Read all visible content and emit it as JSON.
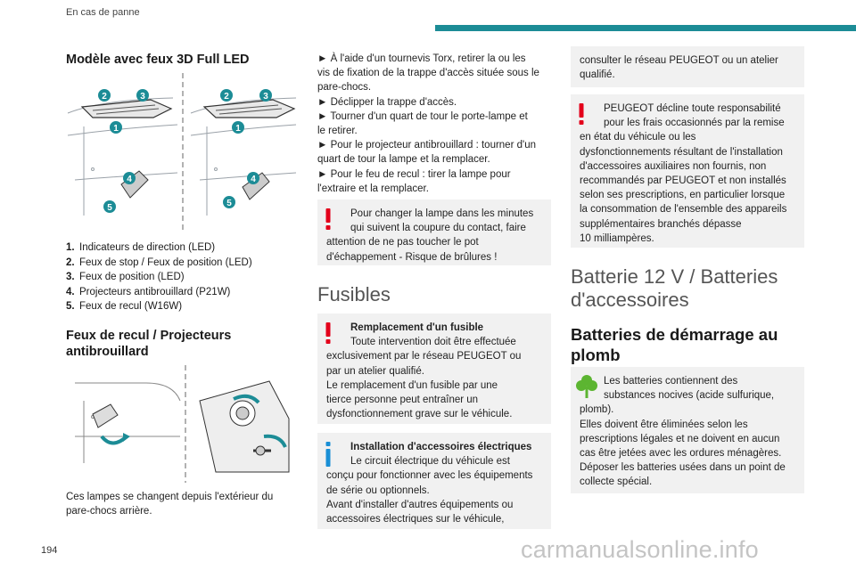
{
  "header": {
    "section": "En cas de panne",
    "accent": "#1c8c96"
  },
  "col1": {
    "h1": "Modèle avec feux 3D Full LED",
    "legend": [
      {
        "n": "1.",
        "t": "Indicateurs de direction (LED)"
      },
      {
        "n": "2.",
        "t": "Feux de stop / Feux de position (LED)"
      },
      {
        "n": "3.",
        "t": "Feux de position (LED)"
      },
      {
        "n": "4.",
        "t": "Projecteurs antibrouillard (P21W)"
      },
      {
        "n": "5.",
        "t": "Feux de recul (W16W)"
      }
    ],
    "h2_l1": "Feux de recul / Projecteurs",
    "h2_l2": "antibrouillard",
    "p": [
      "Ces lampes se changent depuis l'extérieur du",
      "pare-chocs arrière."
    ],
    "callouts": [
      "1",
      "2",
      "3",
      "4",
      "5"
    ]
  },
  "col2": {
    "steps": [
      "► À l'aide d'un tournevis Torx, retirer la ou les",
      "vis de fixation de la trappe d'accès située sous le",
      "pare-chocs.",
      "► Déclipper la trappe d'accès.",
      "► Tourner d'un quart de tour le porte-lampe et",
      "le retirer.",
      "► Pour le projecteur antibrouillard : tourner d'un",
      "quart de tour la lampe et la remplacer.",
      "► Pour le feu de recul : tirer la lampe pour",
      "l'extraire et la remplacer."
    ],
    "warn1": [
      "Pour changer la lampe dans les minutes",
      "qui suivent la coupure du contact, faire",
      "attention de ne pas toucher le pot",
      "d'échappement - Risque de brûlures !"
    ],
    "sec_fusibles": "Fusibles",
    "warn2_title": "Remplacement d'un fusible",
    "warn2": [
      "Toute intervention doit être effectuée",
      "exclusivement par le réseau PEUGEOT ou",
      "par un atelier qualifié.",
      "Le remplacement d'un fusible par une",
      "tierce personne peut entraîner un",
      "dysfonctionnement grave sur le véhicule."
    ],
    "info_title": "Installation d'accessoires électriques",
    "info": [
      "Le circuit électrique du véhicule est",
      "conçu pour fonctionner avec les équipements",
      "de série ou optionnels.",
      "Avant d'installer d'autres équipements ou",
      "accessoires électriques sur le véhicule,"
    ]
  },
  "col3": {
    "cont": [
      "consulter le réseau PEUGEOT ou un atelier",
      "qualifié."
    ],
    "warn3": [
      "PEUGEOT décline toute responsabilité",
      "pour les frais occasionnés par la remise",
      "en état du véhicule ou les",
      "dysfonctionnements résultant de l'installation",
      "d'accessoires auxiliaires non fournis, non",
      "recommandés par PEUGEOT et non installés",
      "selon ses prescriptions, en particulier lorsque",
      "la consommation de l'ensemble des appareils",
      "supplémentaires branchés dépasse",
      "10 milliampères."
    ],
    "sec_l1": "Batterie 12 V / Batteries",
    "sec_l2": "d'accessoires",
    "big_l1": "Batteries de démarrage au",
    "big_l2": "plomb",
    "env": [
      "Les batteries contiennent des",
      "substances nocives (acide sulfurique,",
      "plomb).",
      "Elles doivent être éliminées selon les",
      "prescriptions légales et ne doivent en aucun",
      "cas être jetées avec les ordures ménagères.",
      "Déposer les batteries usées dans un point de",
      "collecte spécial."
    ]
  },
  "footer": {
    "page": "194",
    "watermark": "carmanualsonline.info"
  }
}
